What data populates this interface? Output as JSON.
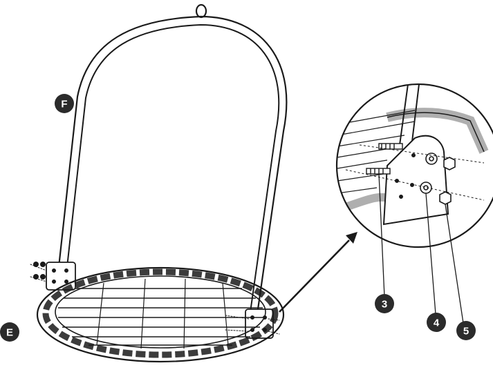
{
  "labels": {
    "frame": "F",
    "seat": "E",
    "bolt": "3",
    "washer": "4",
    "nut": "5"
  },
  "colors": {
    "ink": "#1a1a1a",
    "badge": "#2b2b2b",
    "paper": "#ffffff"
  }
}
